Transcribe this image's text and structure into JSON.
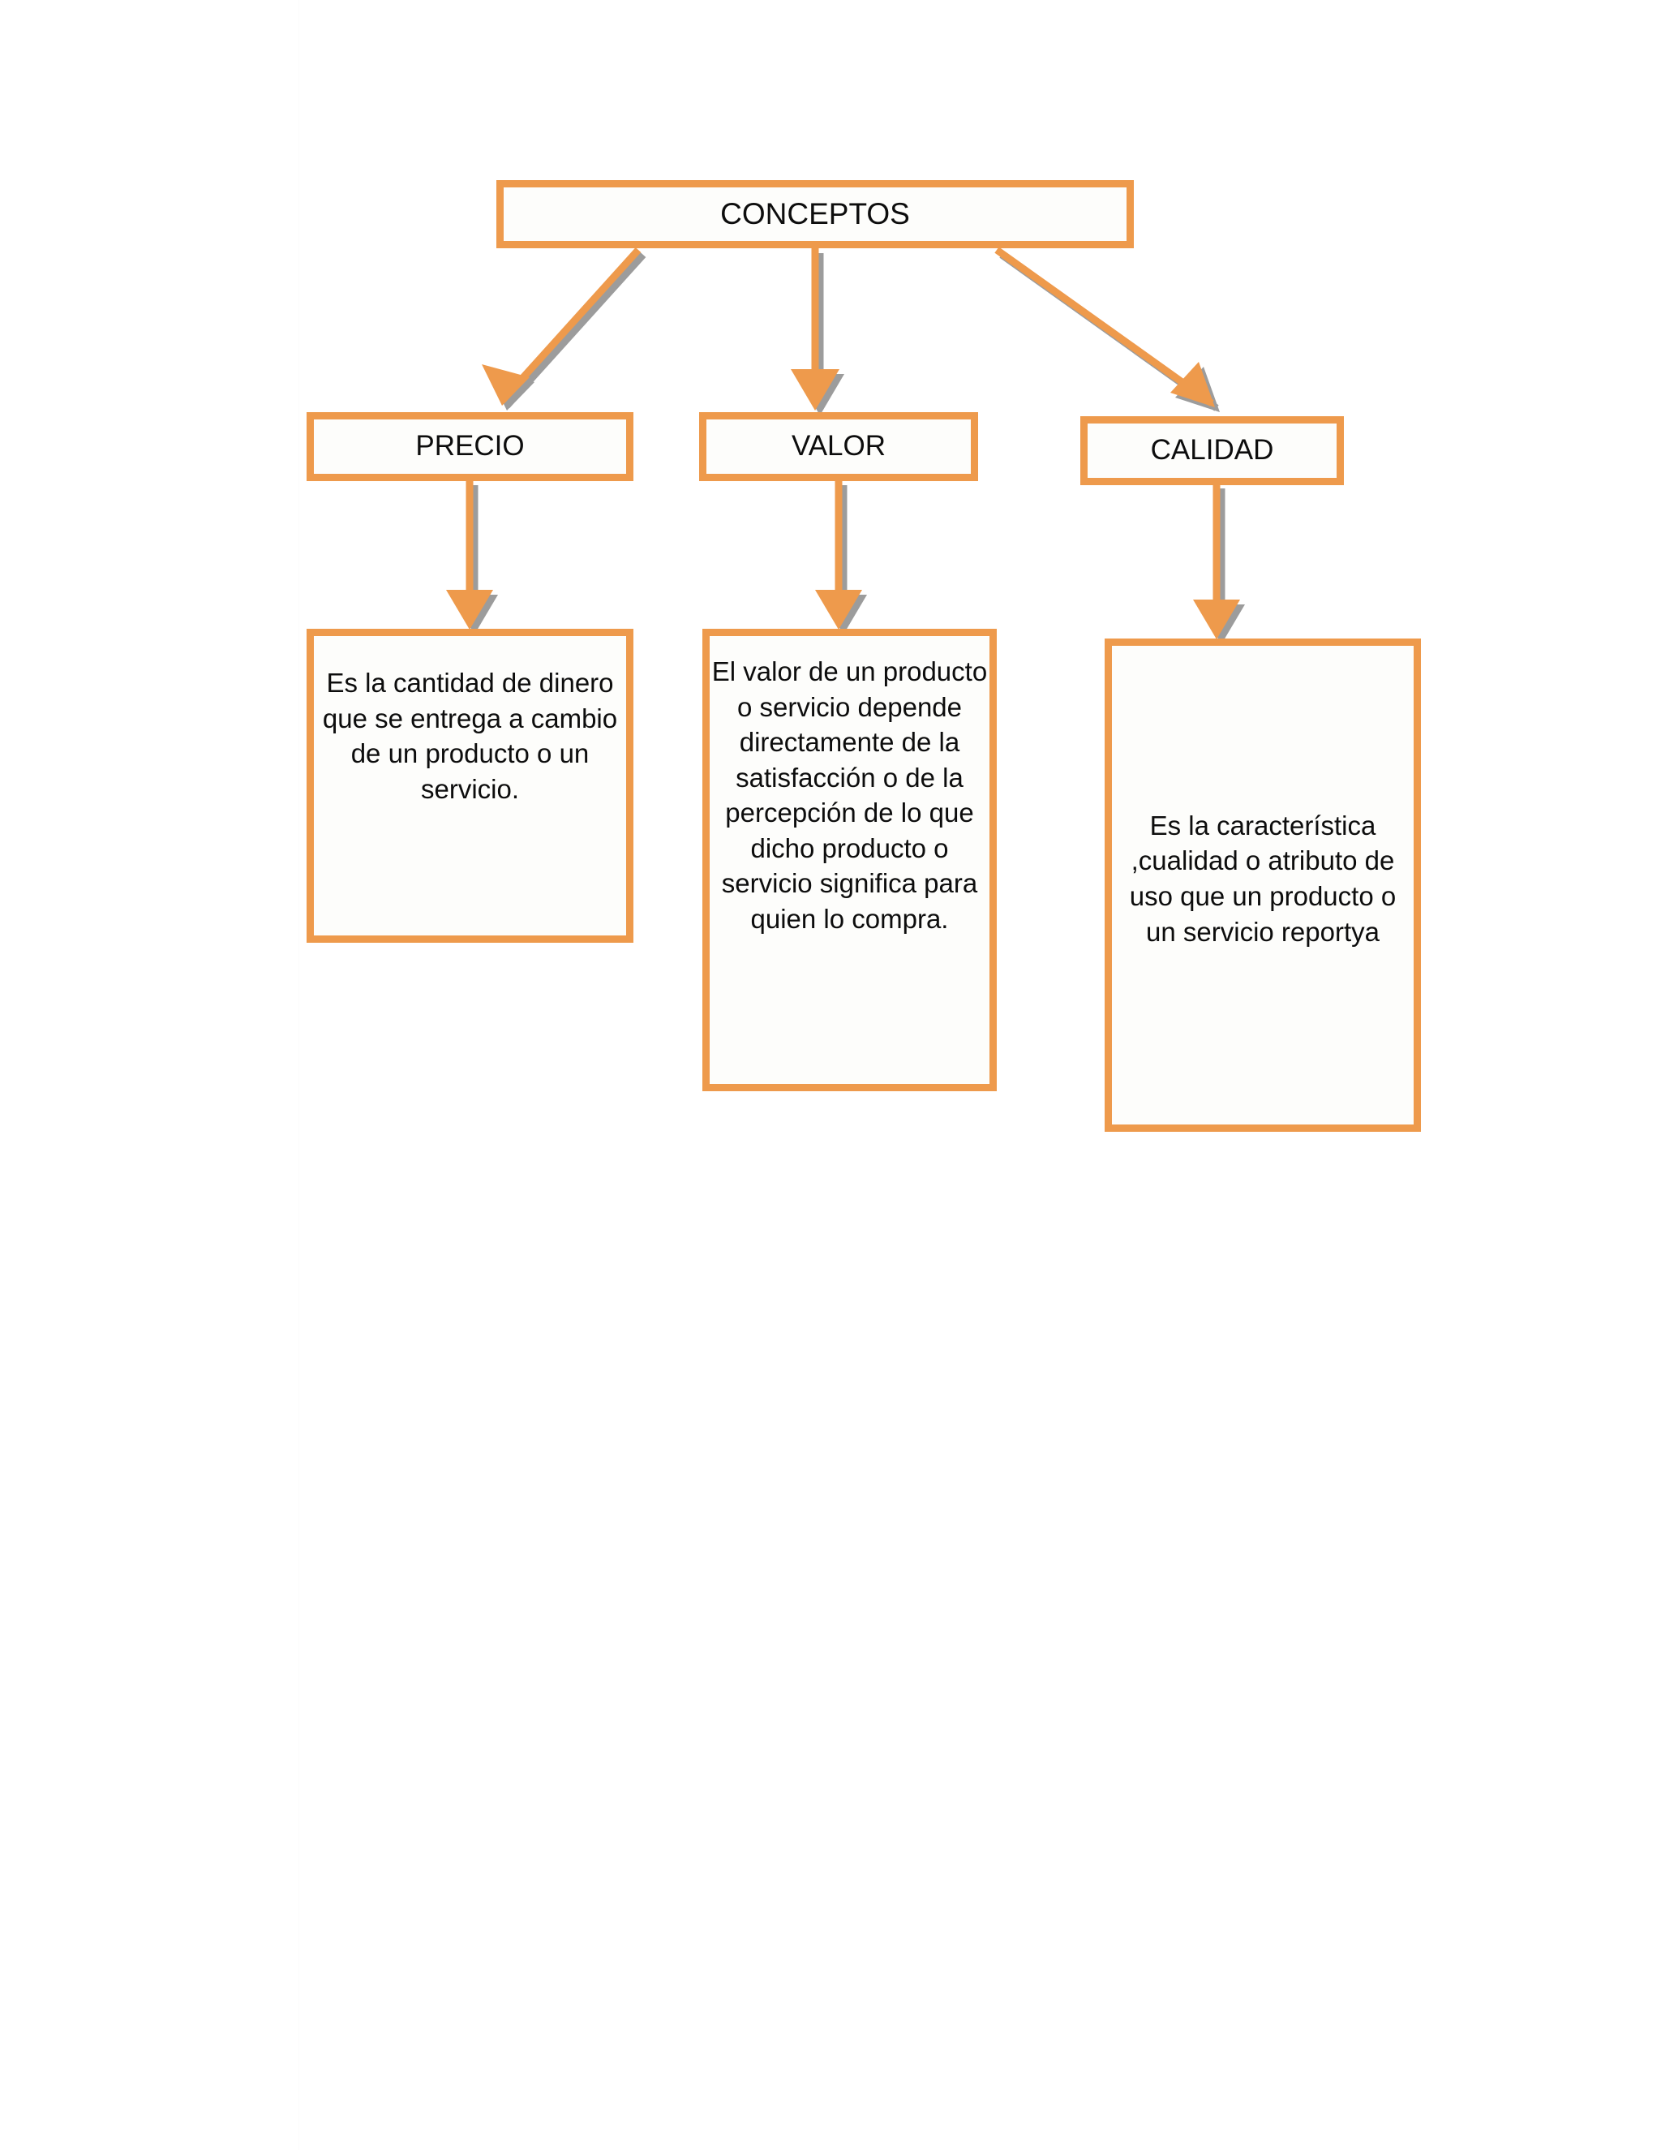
{
  "document": {
    "title": "CONCEPTOS",
    "background_color": "#ffffff",
    "accent_color": "#ee9a4c",
    "shadow_color": "#9c9c9c",
    "text_color": "#0d0d0d",
    "box_fill_color": "#fdfdfb"
  },
  "diagram": {
    "type": "hierarchy-flowchart",
    "root": {
      "id": "conceptos",
      "label": "CONCEPTOS"
    },
    "branches": [
      {
        "id": "precio",
        "label": "PRECIO",
        "description": "Es la cantidad de dinero que se entrega a cambio de un producto o un servicio."
      },
      {
        "id": "valor",
        "label": "VALOR",
        "description": "El valor de un producto o servicio depende directamente de la satisfacción o de la percepción de lo que dicho producto o servicio significa para quien lo compra."
      },
      {
        "id": "calidad",
        "label": "CALIDAD",
        "description": "Es la característica ,cualidad o atributo de uso que un producto o un servicio reportya"
      }
    ],
    "connectors": [
      {
        "from": "conceptos",
        "to": "precio",
        "style": "diagonal-arrow-down-left"
      },
      {
        "from": "conceptos",
        "to": "valor",
        "style": "straight-arrow-down"
      },
      {
        "from": "conceptos",
        "to": "calidad",
        "style": "diagonal-arrow-down-right"
      },
      {
        "from": "precio",
        "to": "desc-precio",
        "style": "straight-arrow-down"
      },
      {
        "from": "valor",
        "to": "desc-valor",
        "style": "straight-arrow-down"
      },
      {
        "from": "calidad",
        "to": "desc-calidad",
        "style": "straight-arrow-down"
      }
    ]
  }
}
